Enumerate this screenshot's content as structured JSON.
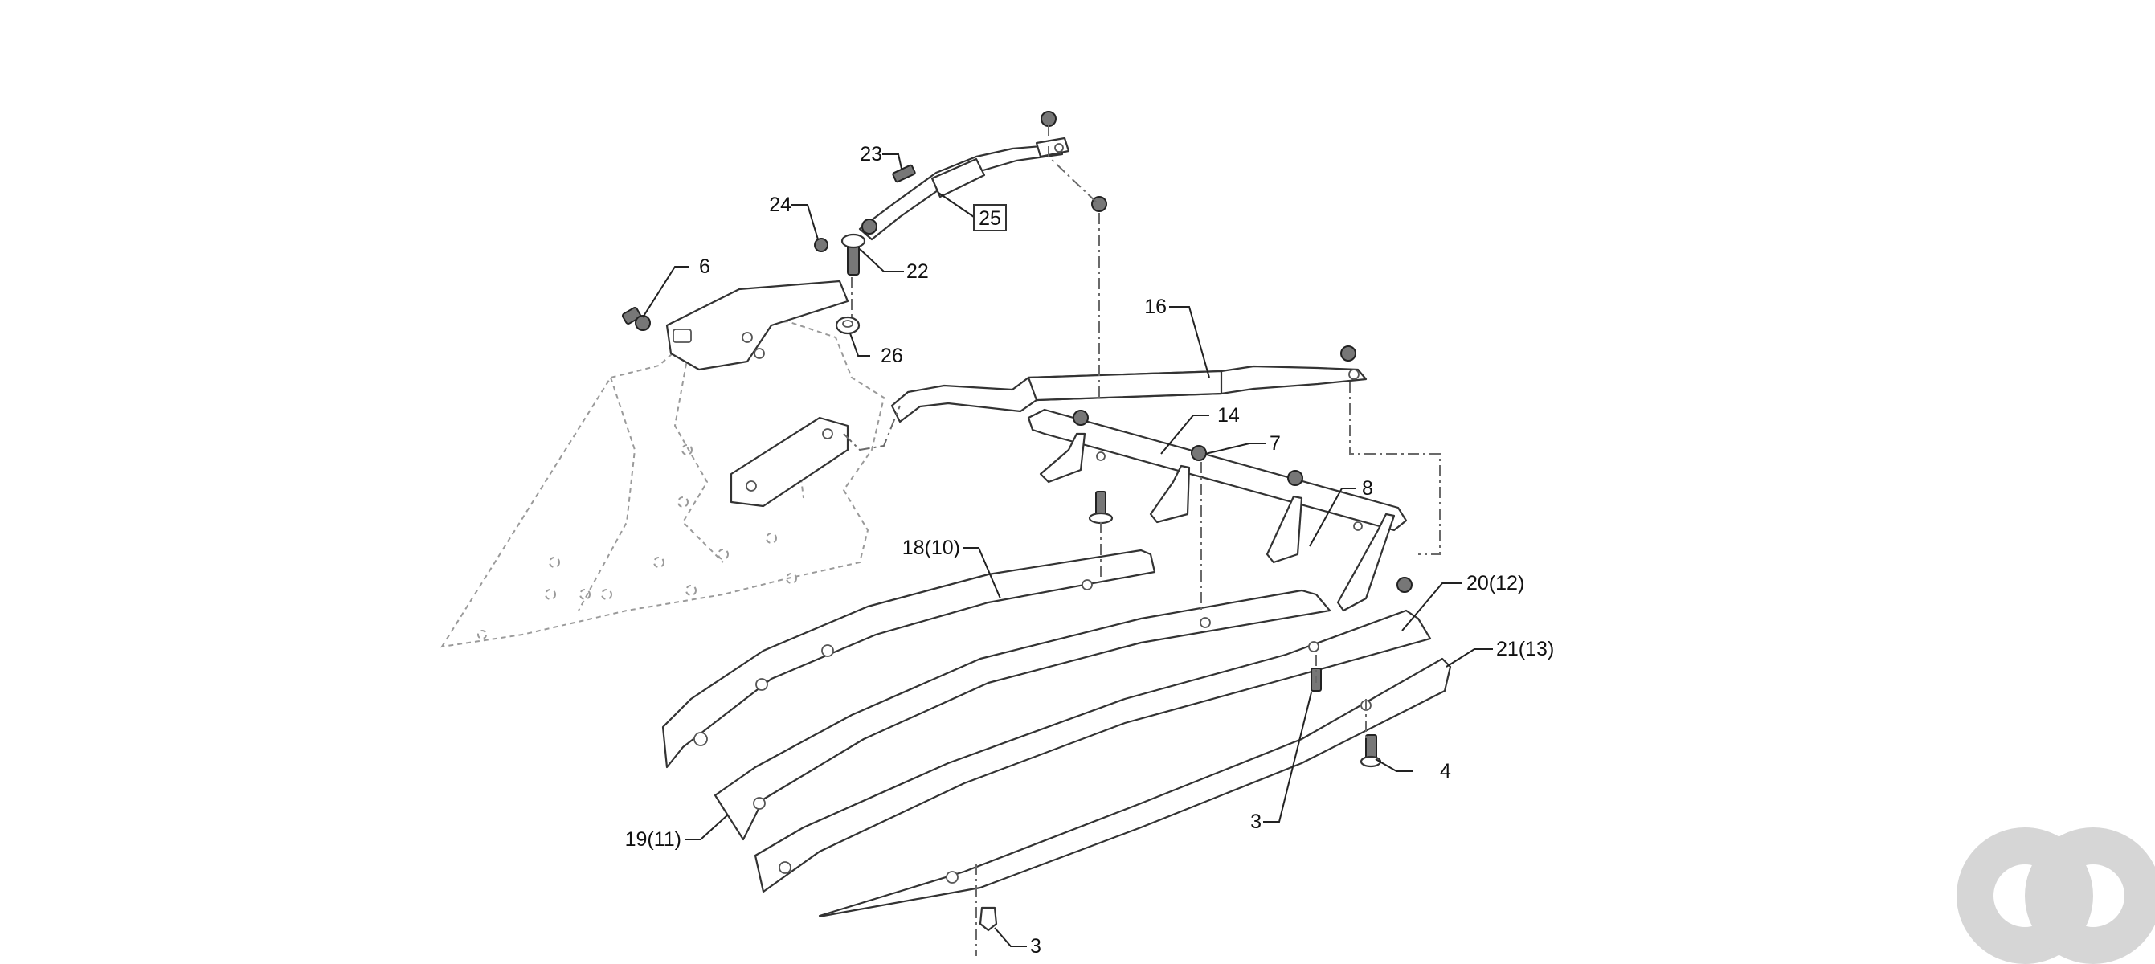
{
  "callouts": {
    "c1": "23",
    "c2": "24",
    "c3": "25",
    "c4": "22",
    "c5": "6",
    "c6": "26",
    "c7": "16",
    "c8": "14",
    "c9": "7",
    "c10": "8",
    "c11": "18(10)",
    "c12": "20(12)",
    "c13": "21(13)",
    "c14": "4",
    "c15": "3",
    "c16": "19(11)",
    "c17": "3"
  },
  "watermark": {
    "color": "#d6d6d6"
  }
}
